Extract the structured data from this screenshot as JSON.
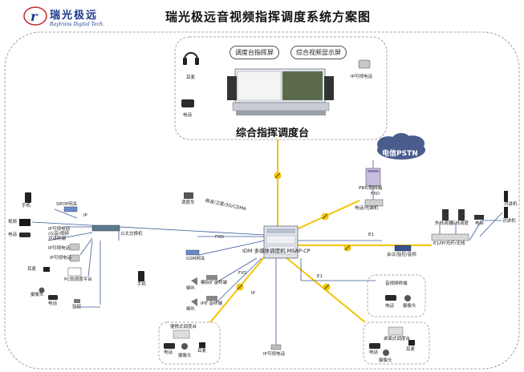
{
  "logo": {
    "name_cn": "瑞光极远",
    "name_en": "Raytrans Digital Tech."
  },
  "title": "瑞光极远音视频指挥调度系统方案图",
  "console": {
    "title": "综合指挥调度台",
    "screen_left": "调度台指挥屏",
    "screen_right": "综合视频显示屏",
    "headset": "耳麦",
    "phone": "电话",
    "ip_video_phone": "IP可视电话"
  },
  "core": {
    "label": "IDM 多媒体调度机 MSAP-CP"
  },
  "pstn": {
    "cloud": "电信PSTN",
    "pbx": "PBX/配线箱",
    "fxo": "FXO",
    "fiber": "电话/光端机"
  },
  "left": {
    "mobile": "手机",
    "sip_gw": "SIP/IP网关",
    "ip": "IP",
    "video": "视频",
    "phone": "电话",
    "ip_video_phone": "IP可视电话\n/以音/视频\n对讲终端",
    "ip_video_phone2": "IP可视电话",
    "ip_phone": "IP可视电话",
    "pc": "PC软调度平台",
    "headset": "耳麦",
    "camera": "摄像头",
    "phone2": "电话",
    "monitor": "监控",
    "switch": "以太交换机"
  },
  "center": {
    "radio": "调度车",
    "wireless": "微波/卫星/3G/CDMA",
    "fxo": "FXO",
    "gsm": "GSM网关",
    "mobile": "手机",
    "fxs": "FXS",
    "ip": "IP",
    "speaker1": "喇叭",
    "speaker2": "喇叭",
    "analog_audio": "模拟扩音终端",
    "ip_audio": "IP扩音终端",
    "ip_video": "IP可视电话"
  },
  "right": {
    "e1": "E1",
    "e1b": "E1",
    "trunk": "E1/IP/光纤/无线",
    "dispatch_a": "外线调度",
    "dispatch_b": "有线调度",
    "mobile_radio": "电台",
    "intercom": "对讲机",
    "intercom2": "对讲机",
    "video_conf": "会议/监控/音频",
    "ip_terminal": "音视频终端",
    "phone": "电话",
    "camera": "摄像头"
  },
  "bottom": {
    "portable_title": "便携式调度台",
    "phone": "电话",
    "camera": "摄像头",
    "headset": "耳麦",
    "desk_title": "桌面式调度台",
    "phone2": "电话",
    "camera2": "摄像头",
    "headset2": "耳麦"
  }
}
